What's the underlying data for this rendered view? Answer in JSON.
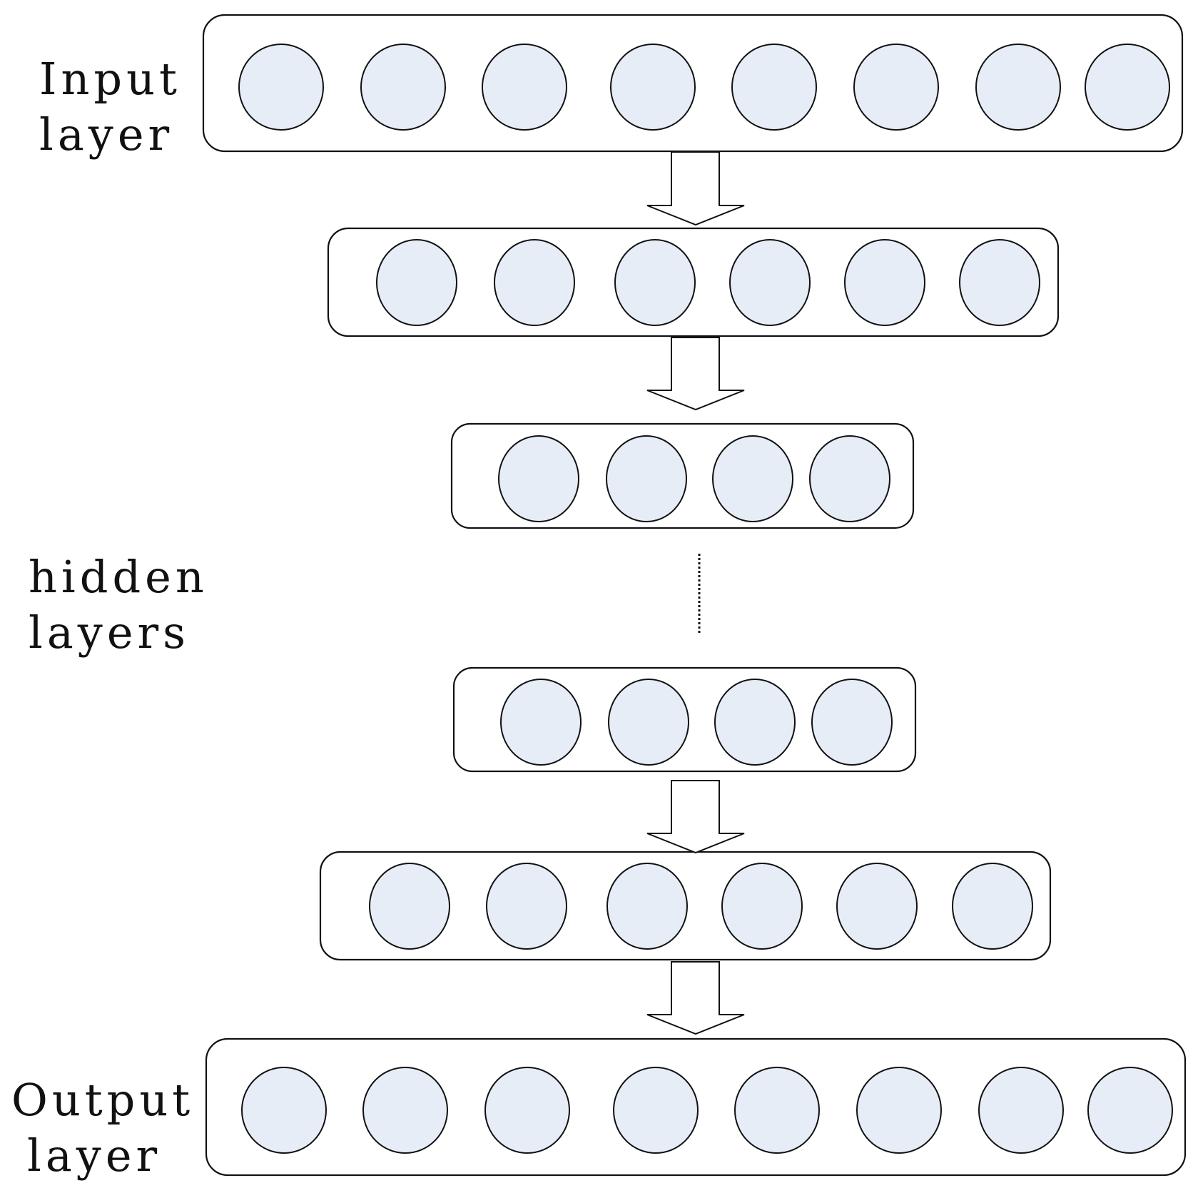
{
  "labels": {
    "input_line1": "Input",
    "input_line2": "layer",
    "hidden_line1": "hidden",
    "hidden_line2": "layers",
    "output_line1": "Output",
    "output_line2": "layer"
  },
  "layers": [
    {
      "name": "input-layer",
      "neurons": 8
    },
    {
      "name": "hidden-layer-1",
      "neurons": 6
    },
    {
      "name": "hidden-layer-2",
      "neurons": 4
    },
    {
      "name": "hidden-layer-3",
      "neurons": 4
    },
    {
      "name": "hidden-layer-4",
      "neurons": 6
    },
    {
      "name": "output-layer",
      "neurons": 8
    }
  ],
  "colors": {
    "neuron_fill": "#e6edf7",
    "stroke": "#111111",
    "background": "#ffffff"
  }
}
